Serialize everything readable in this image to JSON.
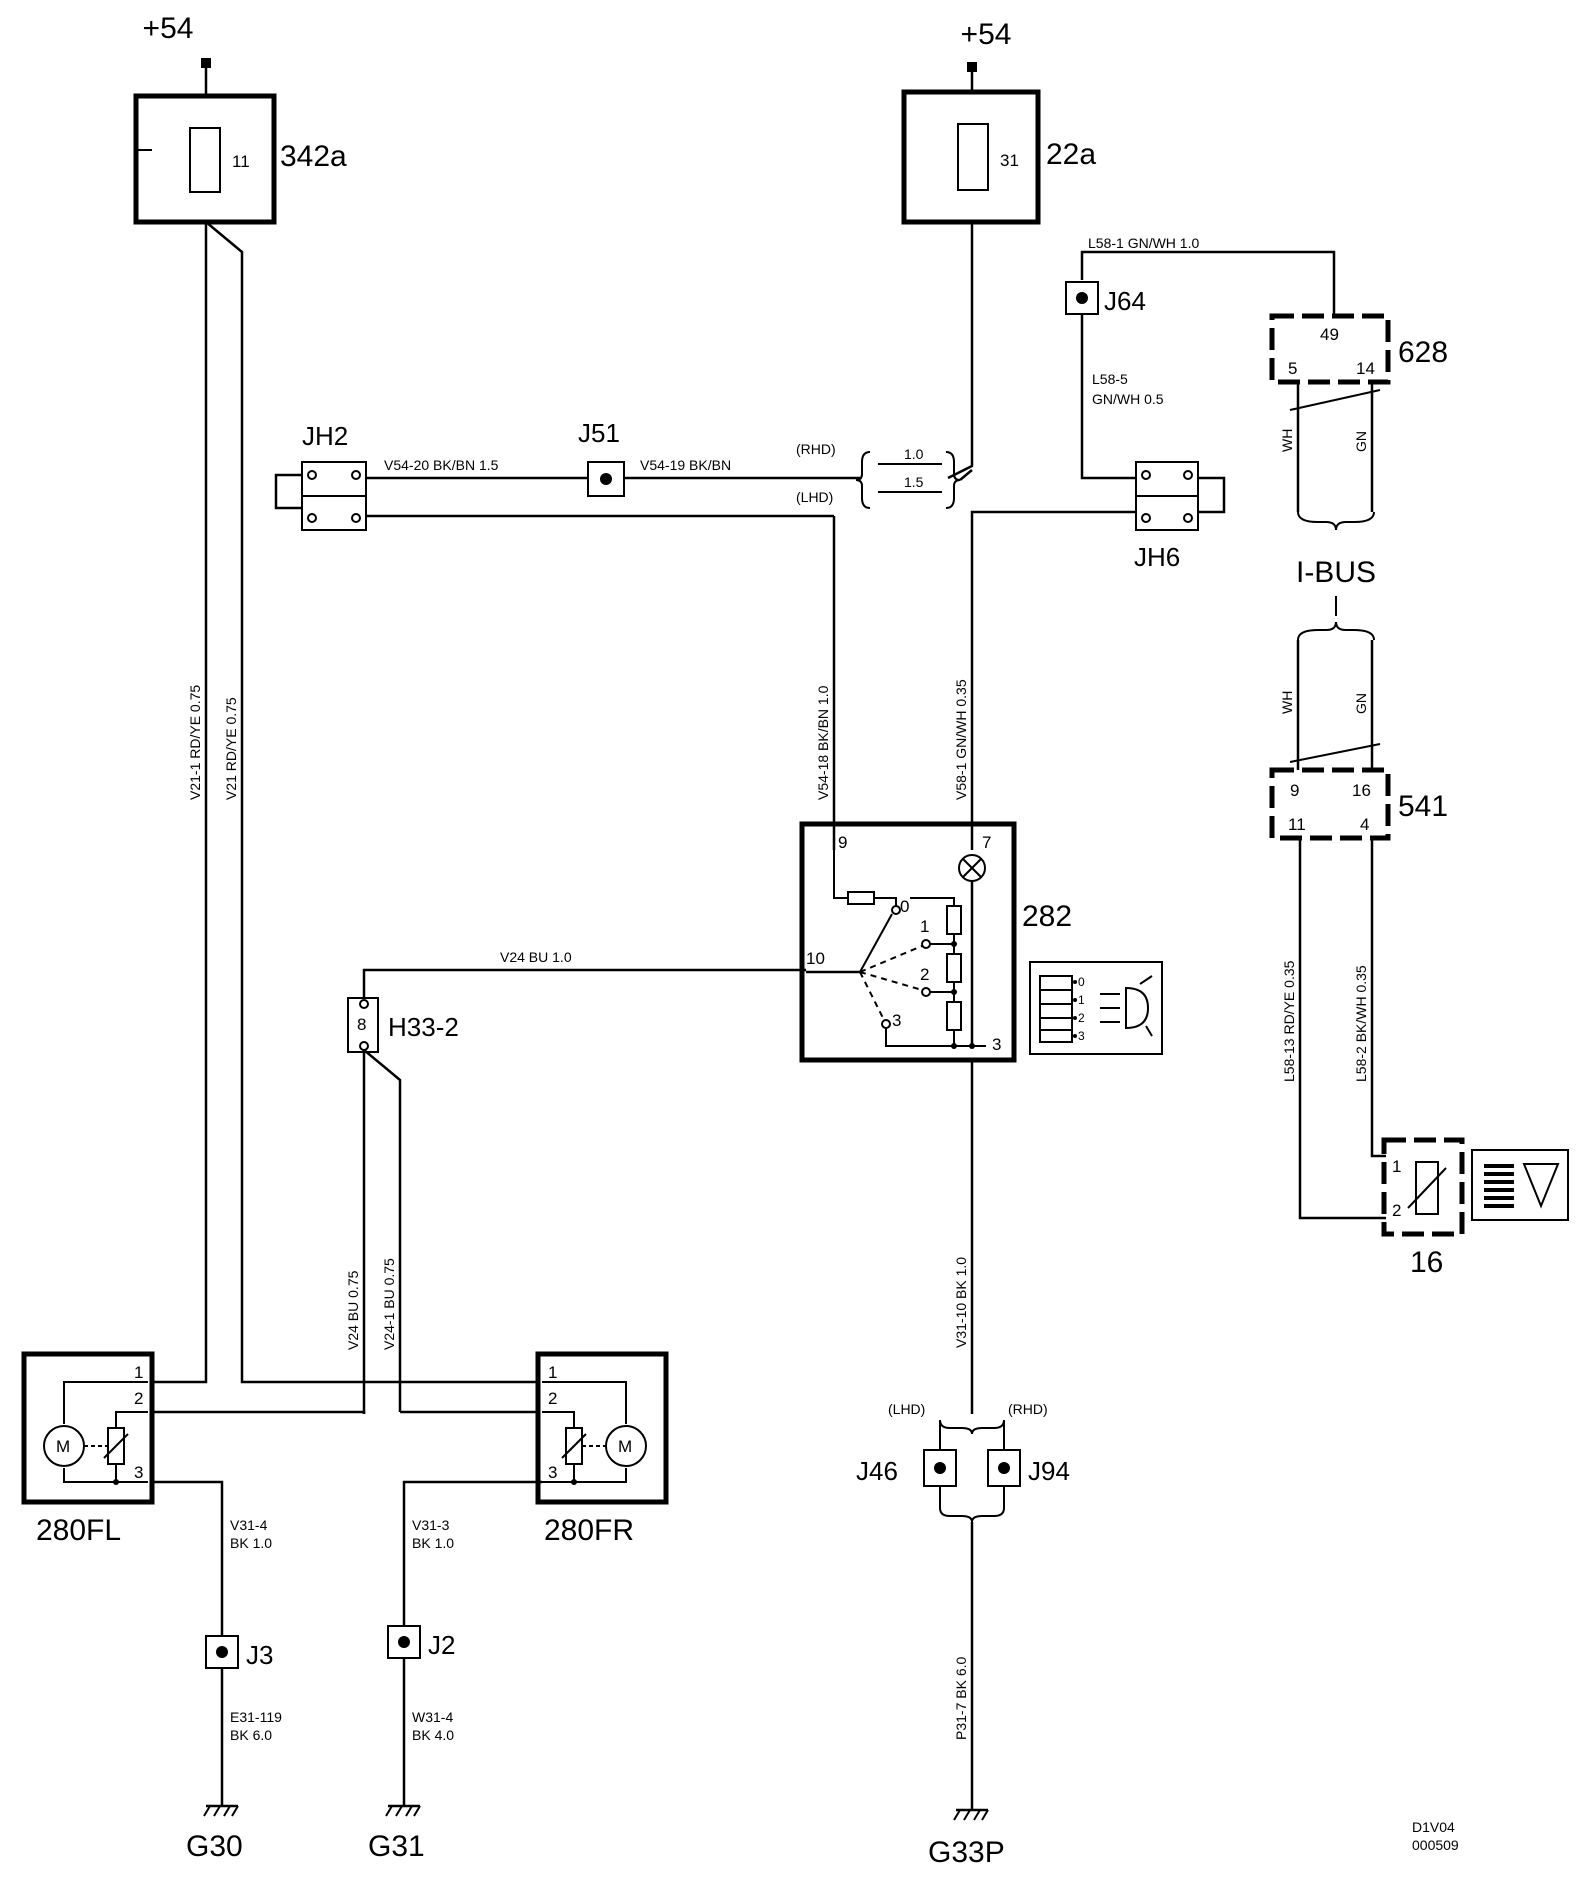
{
  "supply": {
    "left_label": "+54",
    "right_label": "+54"
  },
  "fuses": [
    {
      "id": "342a",
      "number": "11"
    },
    {
      "id": "22a",
      "number": "31"
    }
  ],
  "connectors": {
    "jh2": "JH2",
    "j51": "J51",
    "jh6": "JH6",
    "j64": "J64",
    "h33_2": "H33-2",
    "h33_2_pin": "8",
    "j46": "J46",
    "j94": "J94",
    "j3": "J3",
    "j2": "J2"
  },
  "components": {
    "c628": {
      "id": "628",
      "pins": [
        "49",
        "5",
        "14"
      ]
    },
    "c541": {
      "id": "541",
      "pins": [
        "9",
        "16",
        "11",
        "4"
      ]
    },
    "c282": {
      "id": "282",
      "pins": [
        "9",
        "7",
        "10",
        "3"
      ],
      "positions": [
        "0",
        "1",
        "2",
        "3"
      ]
    },
    "c16": {
      "id": "16",
      "pins": [
        "1",
        "2"
      ]
    },
    "m280fl": {
      "id": "280FL",
      "pins": [
        "1",
        "2",
        "3"
      ],
      "motor": "M"
    },
    "m280fr": {
      "id": "280FR",
      "pins": [
        "1",
        "2",
        "3"
      ],
      "motor": "M"
    }
  },
  "icon_282_levels": [
    "0",
    "1",
    "2",
    "3"
  ],
  "bus": {
    "label": "I-BUS"
  },
  "wires": {
    "v21_1": "V21-1   RD/YE   0.75",
    "v21": "V21   RD/YE   0.75",
    "v54_20": "V54-20    BK/BN    1.5",
    "v54_19": "V54-19    BK/BN",
    "rhd": "(RHD)",
    "lhd": "(LHD)",
    "w10": "1.0",
    "w15": "1.5",
    "l58_1": "L58-1     GN/WH     1.0",
    "l58_5a": "L58-5",
    "l58_5b": "GN/WH    0.5",
    "wh": "WH",
    "gn": "GN",
    "v54_18": "V54-18   BK/BN   1.0",
    "v58_1": "V58-1   GN/WH   0.35",
    "v24_top": "V24    BU    1.0",
    "l58_13": "L58-13   RD/YE   0.35",
    "l58_2": "L58-2   BK/WH   0.35",
    "v24": "V24    BU    0.75",
    "v24_1": "V24-1    BU    0.75",
    "v31_10": "V31-10   BK   1.0",
    "lhd2": "(LHD)",
    "rhd2": "(RHD)",
    "v31_4a": "V31-4",
    "v31_4b": "BK   1.0",
    "v31_3a": "V31-3",
    "v31_3b": "BK   1.0",
    "e31_119a": "E31-119",
    "e31_119b": "BK   6.0",
    "w31_4a": "W31-4",
    "w31_4b": "BK   4.0",
    "p31_7": "P31-7   BK   6.0"
  },
  "grounds": {
    "g30": "G30",
    "g31": "G31",
    "g33p": "G33P"
  },
  "footer": {
    "code1": "D1V04",
    "code2": "000509"
  }
}
